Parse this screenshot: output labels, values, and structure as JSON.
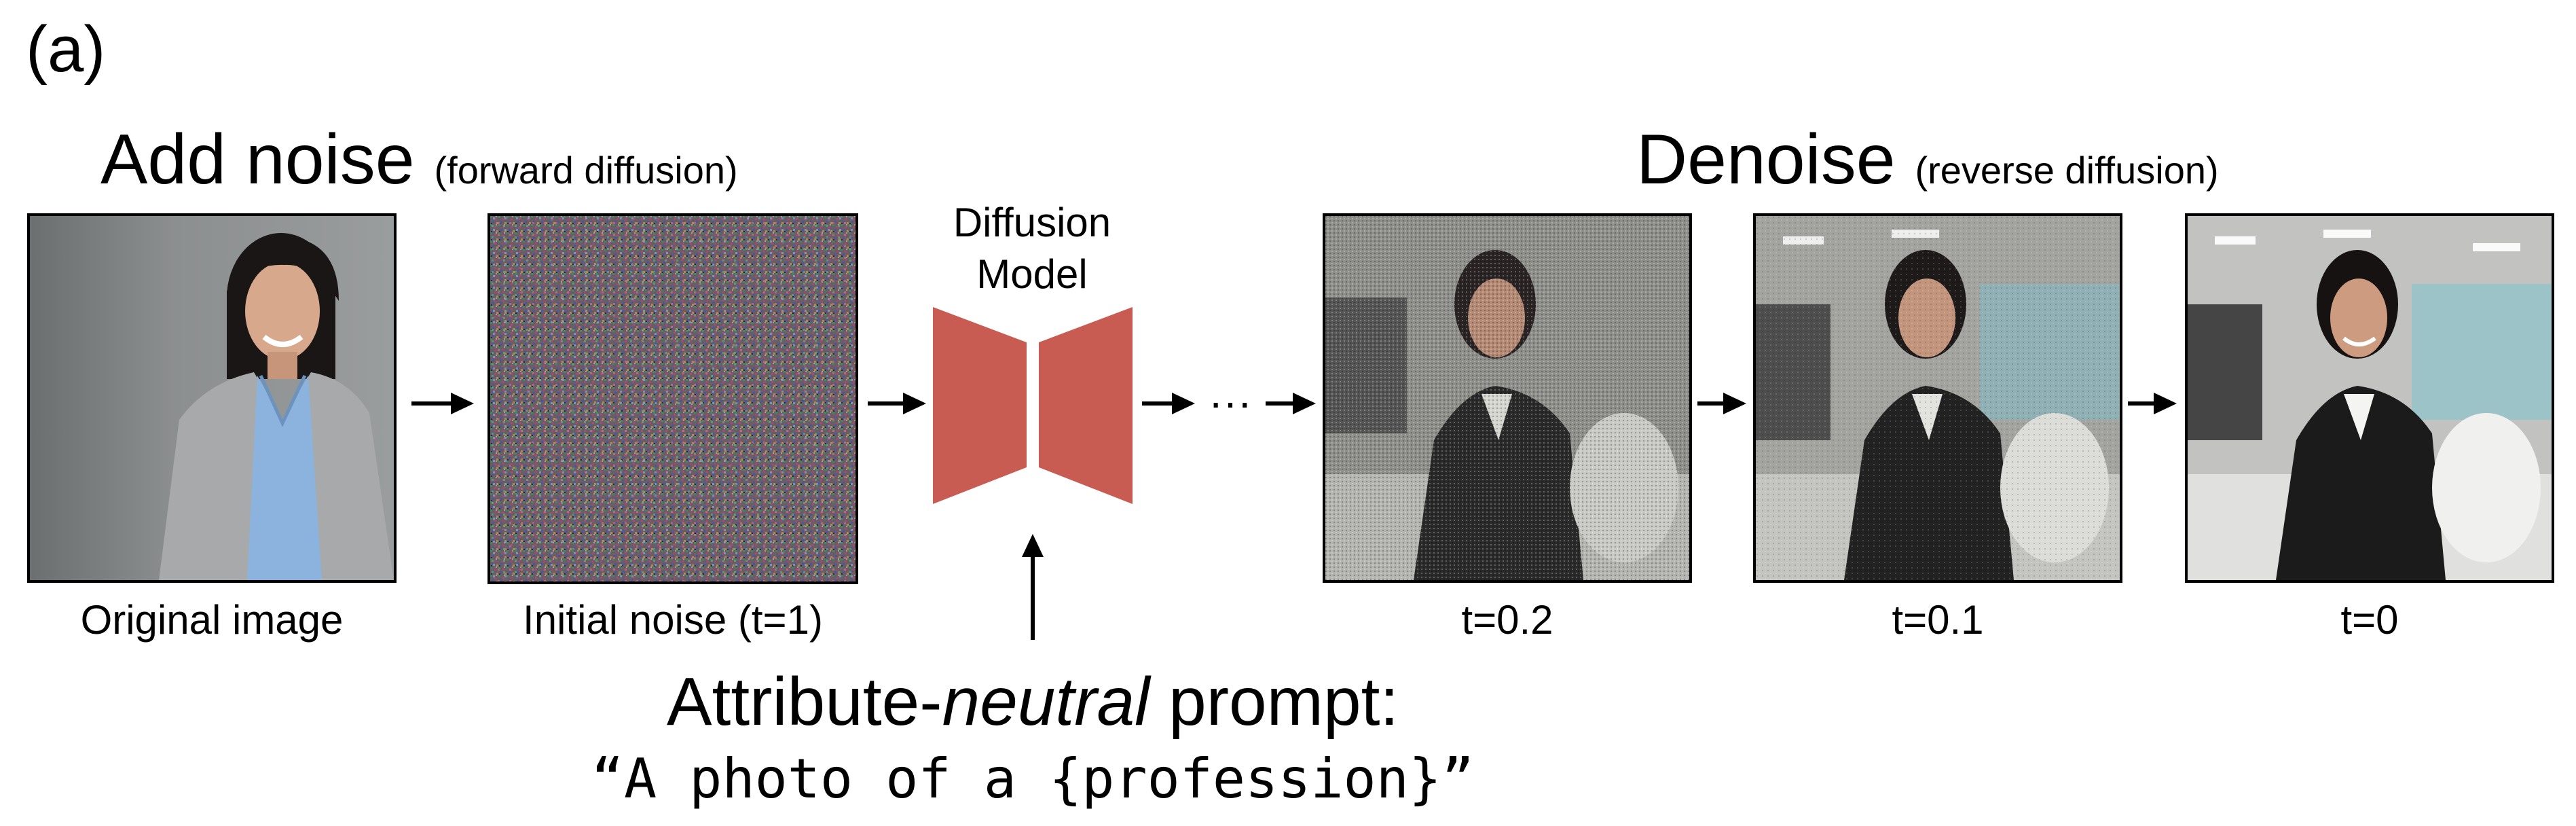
{
  "panel_label": "(a)",
  "forward": {
    "title": "Add noise",
    "subtitle": "(forward diffusion)"
  },
  "reverse": {
    "title": "Denoise",
    "subtitle": "(reverse diffusion)"
  },
  "model": {
    "line1": "Diffusion",
    "line2": "Model",
    "color": "#c95c52"
  },
  "captions": {
    "original": "Original image",
    "initial_noise": "Initial noise (t=1)",
    "t02": "t=0.2",
    "t01": "t=0.1",
    "t0": "t=0"
  },
  "ellipsis": "···",
  "prompt": {
    "prefix": "Attribute-",
    "emphasis": "neutral",
    "suffix": " prompt:",
    "text": "“A photo of a {profession}”"
  }
}
